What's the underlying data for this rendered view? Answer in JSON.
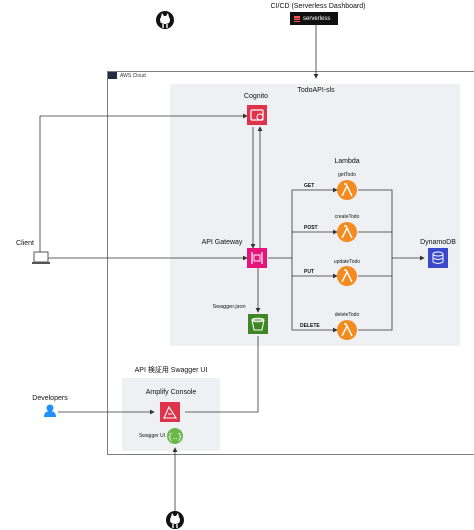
{
  "cicd": {
    "label": "CI/CD (Serverless Dashboard)",
    "badge": "serverless"
  },
  "aws": {
    "label": "AWS Cloud"
  },
  "todoapi": {
    "label": "TodoAPI-sls"
  },
  "cognito": {
    "label": "Cognito"
  },
  "lambda": {
    "label": "Lambda",
    "functions": [
      {
        "method": "GET",
        "name": "getTodo"
      },
      {
        "method": "POST",
        "name": "createTodo"
      },
      {
        "method": "PUT",
        "name": "updateTodo"
      },
      {
        "method": "DELETE",
        "name": "deleteTodo"
      }
    ]
  },
  "client": {
    "label": "Client"
  },
  "apigw": {
    "label": "API Gateway"
  },
  "dynamodb": {
    "label": "DynamoDB"
  },
  "s3": {
    "label": "Swagger.json"
  },
  "swagger_group": {
    "label": "API 検証用 Swagger UI"
  },
  "amplify": {
    "label": "Amplify Console"
  },
  "swaggerui": {
    "label": "Swagger UI"
  },
  "developers": {
    "label": "Developers"
  },
  "colors": {
    "cognito": "#dd344c",
    "apigw": "#e7157b",
    "lambda": "#f58a1f",
    "dynamodb": "#3b48cc",
    "s3": "#3f8624",
    "amplify": "#dd344c",
    "swagger": "#6bb84a",
    "user": "#1e90ff"
  }
}
